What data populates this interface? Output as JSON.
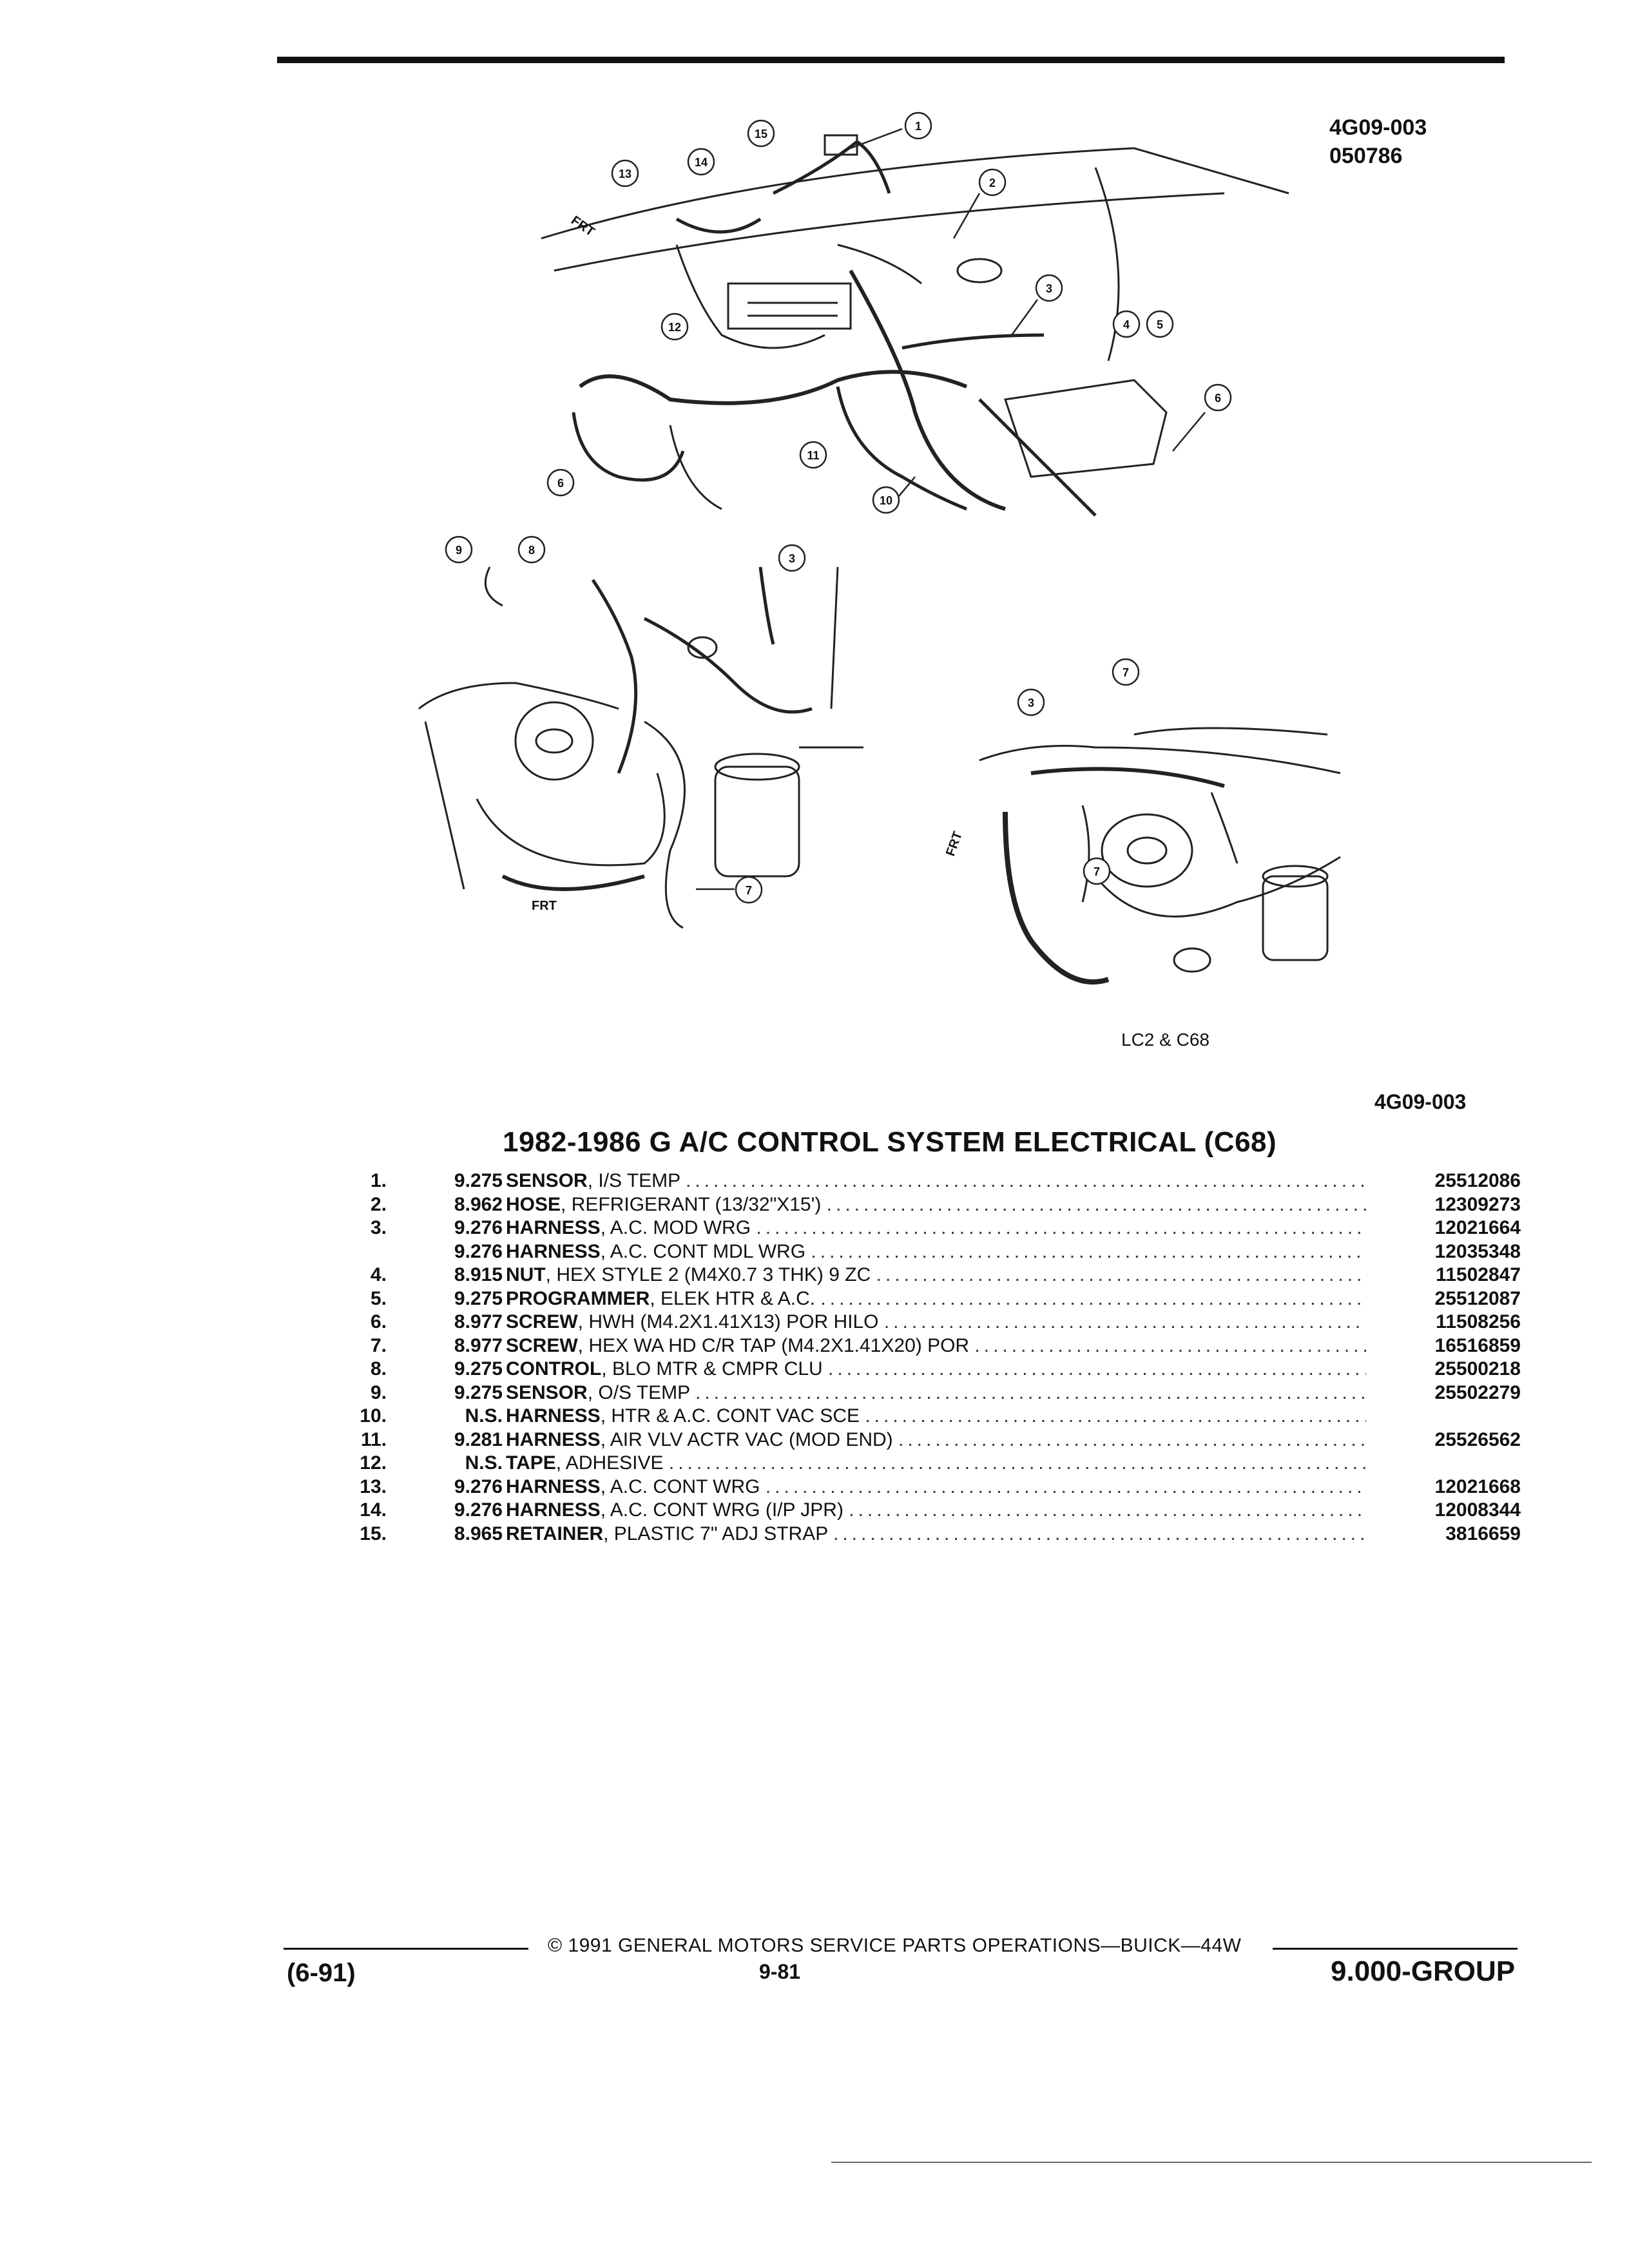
{
  "header": {
    "illustration_code": "4G09-003",
    "illustration_date": "050786"
  },
  "figure": {
    "callouts_top": [
      "1",
      "2",
      "3",
      "4",
      "5",
      "6",
      "10",
      "11",
      "12",
      "13",
      "14",
      "15"
    ],
    "callouts_left": [
      "6",
      "9",
      "8",
      "3",
      "7"
    ],
    "callouts_right": [
      "7",
      "3",
      "7"
    ],
    "frt_label": "FRT",
    "variant_caption": "LC2 & C68",
    "figure_code": "4G09-003"
  },
  "title": "1982-1986 G A/C CONTROL SYSTEM ELECTRICAL (C68)",
  "parts": [
    {
      "item": "1.",
      "group": "9.275",
      "name": "SENSOR",
      "detail": ", I/S TEMP",
      "part_no": "25512086"
    },
    {
      "item": "2.",
      "group": "8.962",
      "name": "HOSE",
      "detail": ", REFRIGERANT (13/32\"X15')",
      "part_no": "12309273"
    },
    {
      "item": "3.",
      "group": "9.276",
      "name": "HARNESS",
      "detail": ", A.C. MOD WRG",
      "part_no": "12021664"
    },
    {
      "item": "",
      "group": "9.276",
      "name": "HARNESS",
      "detail": ", A.C. CONT MDL WRG",
      "part_no": "12035348"
    },
    {
      "item": "4.",
      "group": "8.915",
      "name": "NUT",
      "detail": ", HEX STYLE 2 (M4X0.7 3 THK) 9 ZC",
      "part_no": "11502847"
    },
    {
      "item": "5.",
      "group": "9.275",
      "name": "PROGRAMMER",
      "detail": ", ELEK HTR & A.C.",
      "part_no": "25512087"
    },
    {
      "item": "6.",
      "group": "8.977",
      "name": "SCREW",
      "detail": ", HWH (M4.2X1.41X13) POR HILO",
      "part_no": "11508256"
    },
    {
      "item": "7.",
      "group": "8.977",
      "name": "SCREW",
      "detail": ", HEX WA HD C/R TAP (M4.2X1.41X20) POR",
      "part_no": "16516859"
    },
    {
      "item": "8.",
      "group": "9.275",
      "name": "CONTROL",
      "detail": ", BLO MTR & CMPR CLU",
      "part_no": "25500218"
    },
    {
      "item": "9.",
      "group": "9.275",
      "name": "SENSOR",
      "detail": ", O/S TEMP",
      "part_no": "25502279"
    },
    {
      "item": "10.",
      "group": "N.S.",
      "name": "HARNESS",
      "detail": ", HTR & A.C. CONT VAC SCE",
      "part_no": ""
    },
    {
      "item": "11.",
      "group": "9.281",
      "name": "HARNESS",
      "detail": ", AIR VLV ACTR VAC (MOD END)",
      "part_no": "25526562"
    },
    {
      "item": "12.",
      "group": "N.S.",
      "name": "TAPE",
      "detail": ", ADHESIVE",
      "part_no": ""
    },
    {
      "item": "13.",
      "group": "9.276",
      "name": "HARNESS",
      "detail": ", A.C. CONT WRG",
      "part_no": "12021668"
    },
    {
      "item": "14.",
      "group": "9.276",
      "name": "HARNESS",
      "detail": ", A.C. CONT WRG (I/P JPR)",
      "part_no": "12008344"
    },
    {
      "item": "15.",
      "group": "8.965",
      "name": "RETAINER",
      "detail": ", PLASTIC 7\" ADJ STRAP",
      "part_no": "3816659"
    }
  ],
  "footer": {
    "copyright": "© 1991 GENERAL MOTORS SERVICE PARTS OPERATIONS—BUICK—44W",
    "page": "9-81",
    "date": "(6-91)",
    "group": "9.000-GROUP"
  }
}
